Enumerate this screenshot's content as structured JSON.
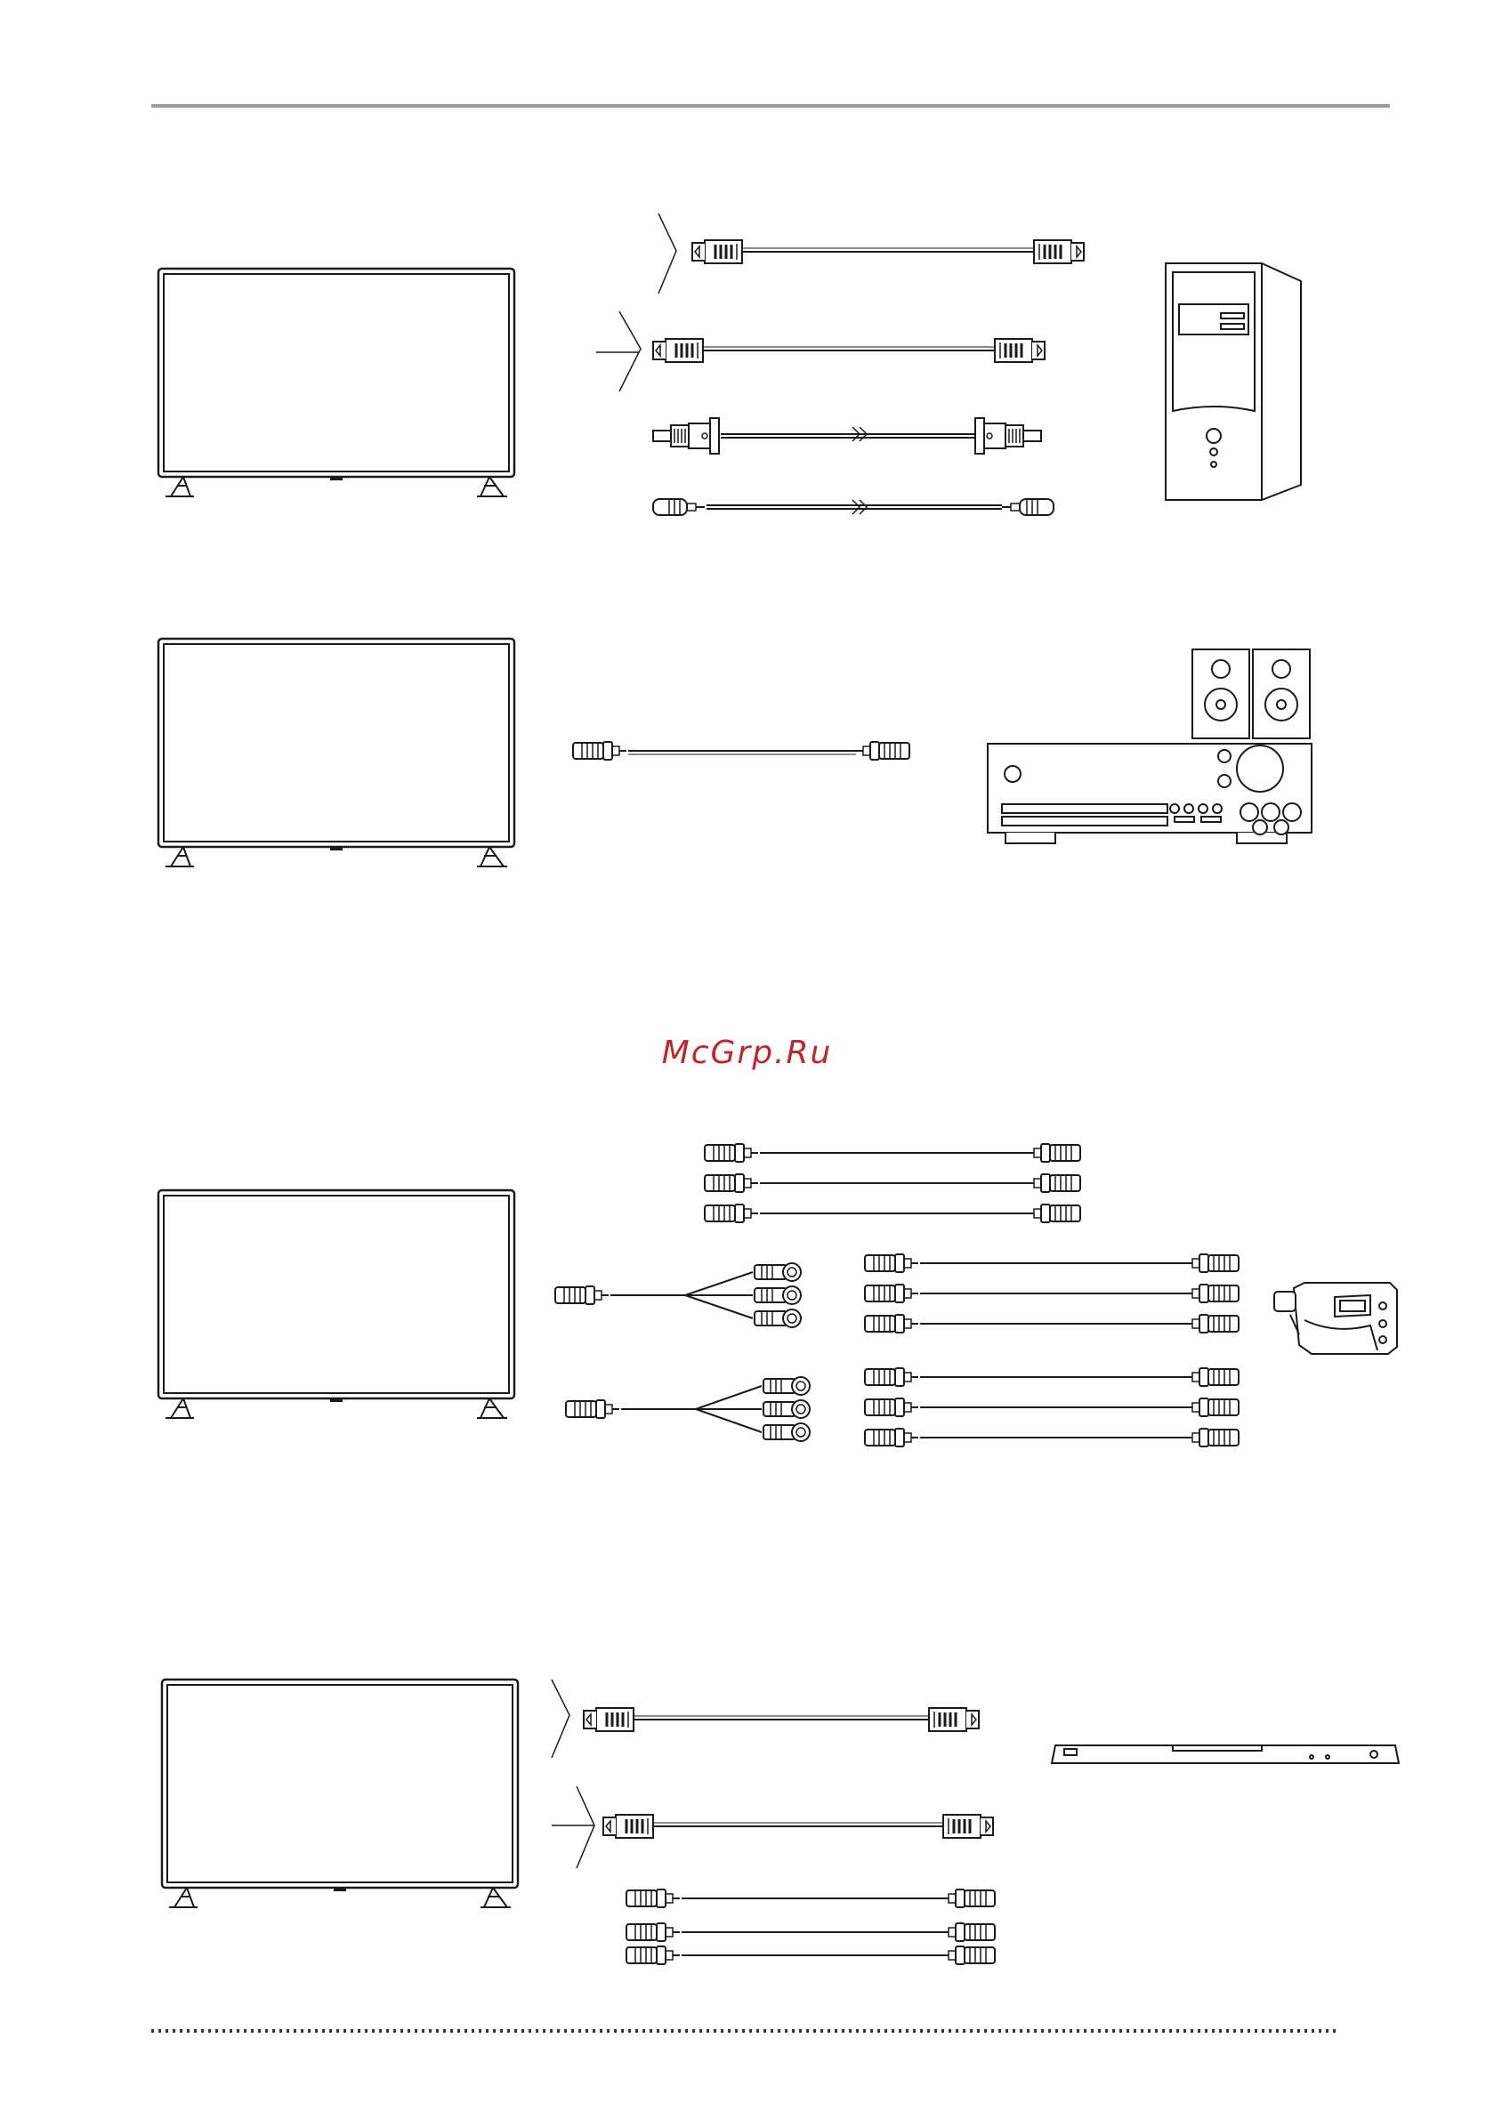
{
  "watermark": {
    "text": "McGrp.Ru",
    "color": "#c0272d"
  },
  "colors": {
    "line": "#1a1a1a",
    "rule": "#9a9a9a",
    "dots": "#333333"
  },
  "sections": [
    {
      "id": "pc",
      "cables": [
        "hdmi-cable",
        "hdmi-cable",
        "vga-cable",
        "audio-jack-cable"
      ],
      "device": "pc-tower-icon"
    },
    {
      "id": "audio",
      "cables": [
        "coaxial-cable"
      ],
      "device": "hifi-system-icon"
    },
    {
      "id": "av",
      "cables": [
        "rca-triple-cable",
        "av-splitter-cable",
        "av-splitter-cable",
        "rca-triple-cable",
        "rca-triple-cable"
      ],
      "device": "camcorder-icon"
    },
    {
      "id": "dvd",
      "cables": [
        "hdmi-cable",
        "hdmi-cable",
        "rca-single-cable",
        "rca-double-cable"
      ],
      "device": "dvd-player-icon"
    }
  ]
}
